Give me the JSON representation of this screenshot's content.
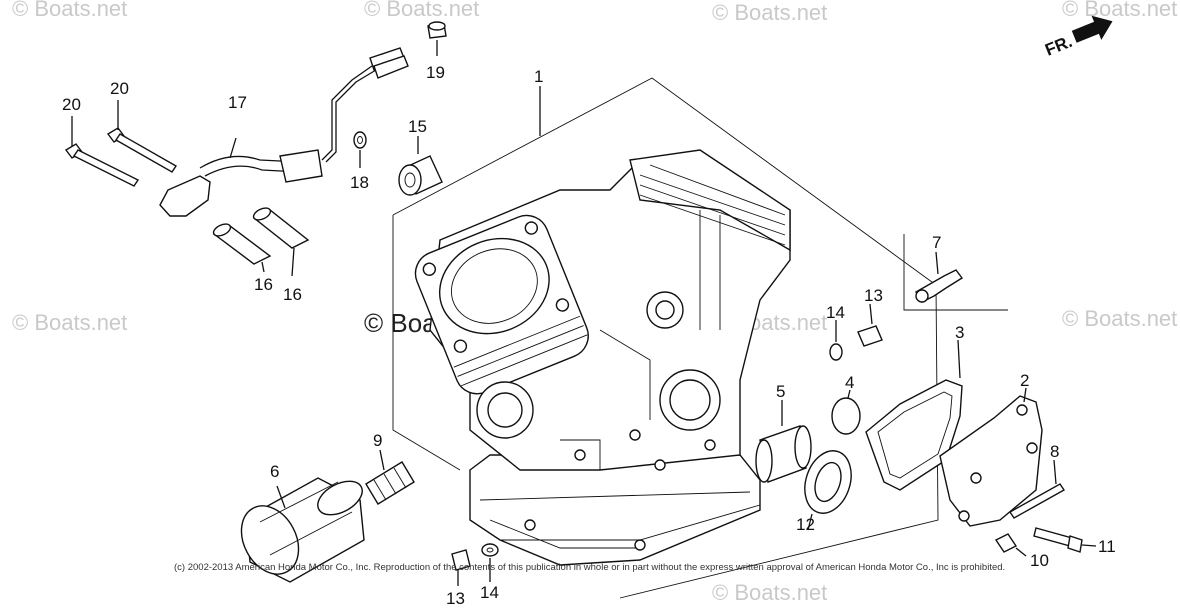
{
  "watermarks": [
    "© Boats.net",
    "© Boats.net",
    "© Boats.net",
    "© Boats.net",
    "© Boats.net",
    "© Boats.net",
    "© Boats.net",
    "© Boats.net"
  ],
  "center_watermark": "© Boats.net",
  "direction_label": "FR.",
  "copyright": "(c) 2002-2013 American Honda Motor Co., Inc. Reproduction of the contents of this publication in whole or in part without the express written approval of American Honda Motor Co., Inc is prohibited.",
  "callouts": {
    "c1": "1",
    "c2": "2",
    "c3": "3",
    "c4": "4",
    "c5": "5",
    "c6": "6",
    "c7": "7",
    "c8": "8",
    "c9": "9",
    "c10": "10",
    "c11": "11",
    "c12": "12",
    "c13a": "13",
    "c13b": "13",
    "c14a": "14",
    "c14b": "14",
    "c15": "15",
    "c16a": "16",
    "c16b": "16",
    "c17": "17",
    "c18": "18",
    "c19": "19",
    "c20a": "20",
    "c20b": "20"
  },
  "colors": {
    "line": "#111111",
    "watermark": "#c9c9c9",
    "background": "#ffffff"
  }
}
